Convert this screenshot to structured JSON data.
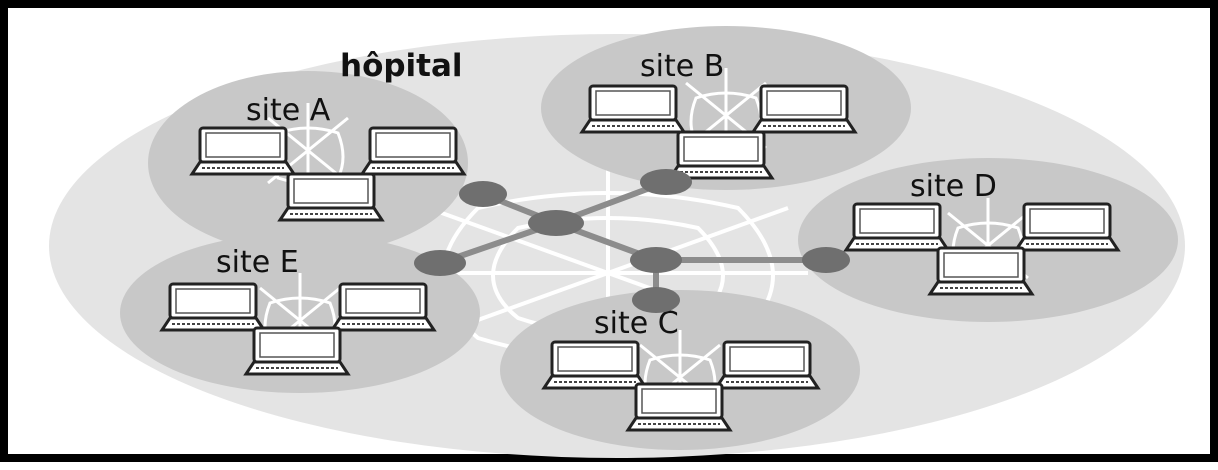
{
  "title": "hôpital",
  "sites": [
    {
      "key": "A",
      "label": "site A"
    },
    {
      "key": "B",
      "label": "site B"
    },
    {
      "key": "C",
      "label": "site C"
    },
    {
      "key": "D",
      "label": "site D"
    },
    {
      "key": "E",
      "label": "site E"
    }
  ],
  "colors": {
    "outer_ellipse": "#e4e4e4",
    "site_ellipse": "#c8c8c8",
    "network_link": "#8c8c8c",
    "network_node": "#6f6f6f",
    "web": "#ffffff",
    "border": "#000000"
  },
  "icons": [
    "laptop-icon",
    "network-node-icon"
  ]
}
